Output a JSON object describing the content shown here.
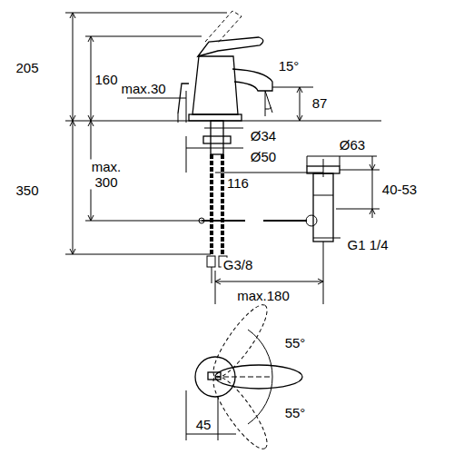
{
  "diagram": {
    "labels": [
      "205",
      "160",
      "max.30",
      "15°",
      "87",
      "Ø34",
      "Ø50",
      "Ø63",
      "max. 300",
      "116",
      "350",
      "40-53",
      "G1 1/4",
      "G3/8",
      "max.180",
      "55°",
      "55°",
      "45"
    ]
  }
}
